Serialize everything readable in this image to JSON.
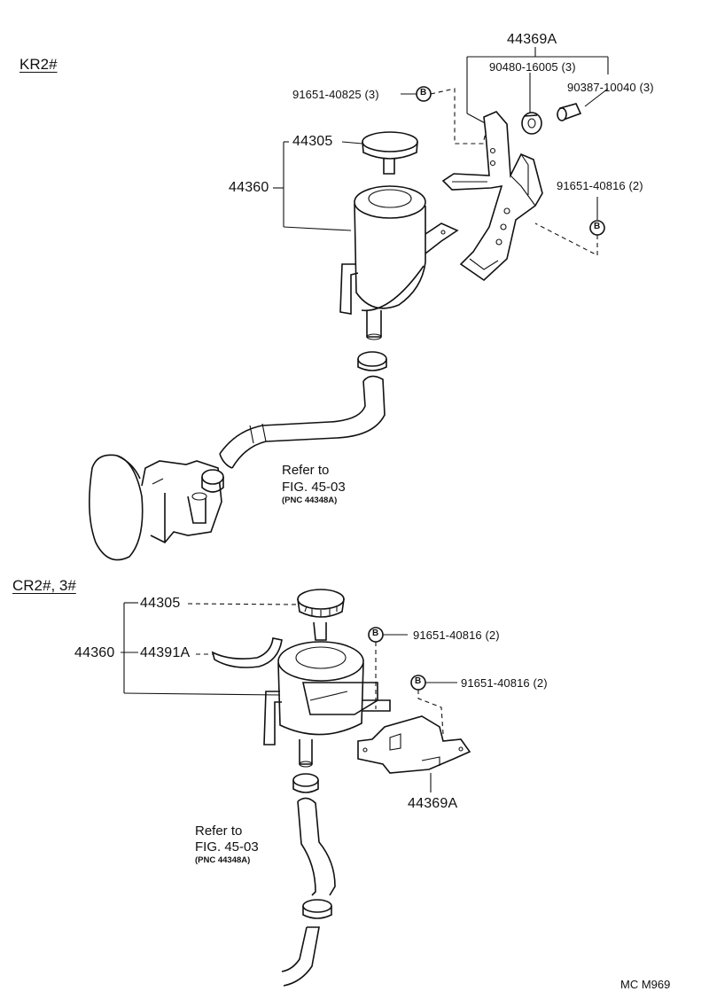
{
  "diagram": {
    "section_kr": "KR2#",
    "section_cr": "CR2#, 3#",
    "corner_code": "MC  M969",
    "top": {
      "part_44369a": "44369A",
      "part_90480": "90480-16005 (3)",
      "part_90387": "90387-10040 (3)",
      "part_91651_825": "91651-40825 (3)",
      "part_91651_816": "91651-40816 (2)",
      "part_44305": "44305",
      "part_44360": "44360",
      "badge_b": "B",
      "refer_to": "Refer to",
      "fig": "FIG. 45-03",
      "pnc": "(PNC 44348A)"
    },
    "bottom": {
      "part_44305": "44305",
      "part_44391a": "44391A",
      "part_44360": "44360",
      "part_91651_a": "91651-40816 (2)",
      "part_91651_b": "91651-40816 (2)",
      "part_44369a": "44369A",
      "badge_b": "B",
      "refer_to": "Refer to",
      "fig": "FIG. 45-03",
      "pnc": "(PNC 44348A)"
    }
  }
}
